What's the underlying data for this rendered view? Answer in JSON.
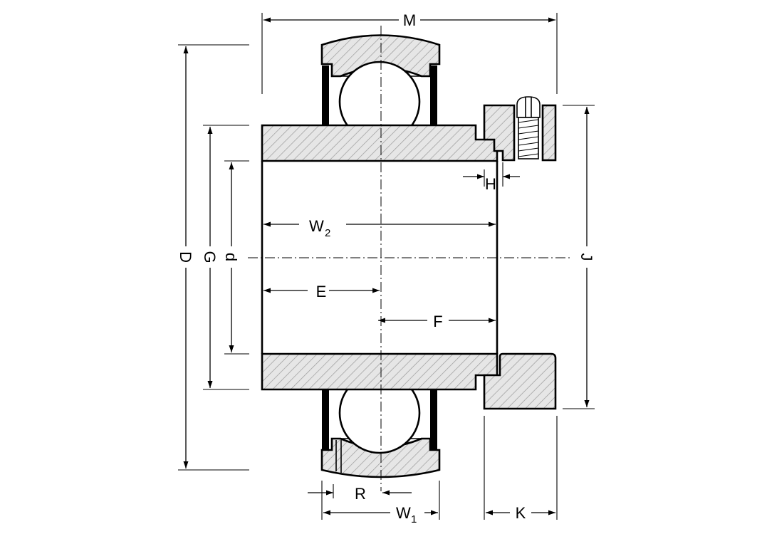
{
  "labels": {
    "M": "M",
    "D": "D",
    "G": "G",
    "d": "d",
    "J": "J",
    "W2_main": "W",
    "W2_sub": "2",
    "E": "E",
    "F": "F",
    "H": "H",
    "R": "R",
    "W1_main": "W",
    "W1_sub": "1",
    "K": "K"
  }
}
